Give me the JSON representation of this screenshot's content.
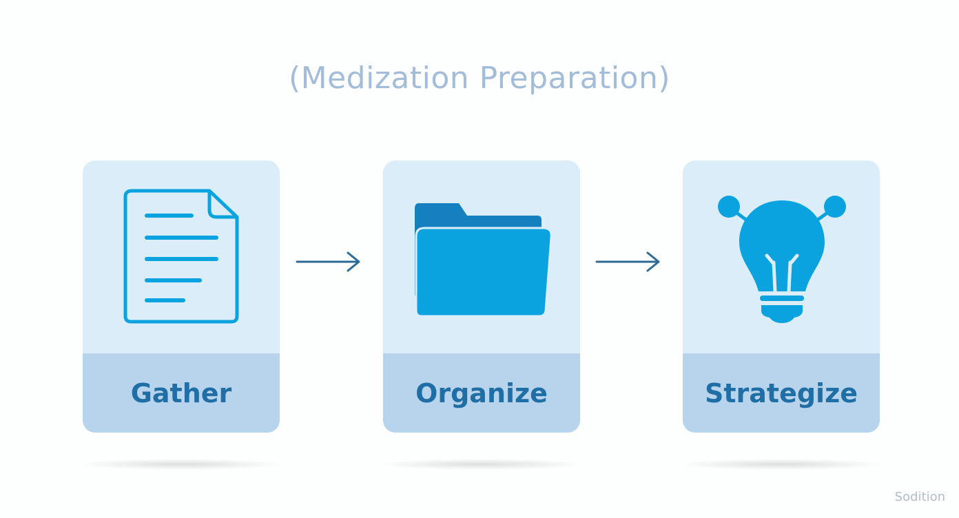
{
  "title": "(Medization Preparation)",
  "steps": [
    {
      "label": "Gather",
      "icon": "document-icon"
    },
    {
      "label": "Organize",
      "icon": "folder-icon"
    },
    {
      "label": "Strategize",
      "icon": "lightbulb-icon"
    }
  ],
  "watermark": "Sodition",
  "colors": {
    "icon": "#0aa3df",
    "label": "#1f6ea6",
    "arrow": "#2f6a96",
    "card": "#dcedfa",
    "band": "#b7d4ec"
  }
}
